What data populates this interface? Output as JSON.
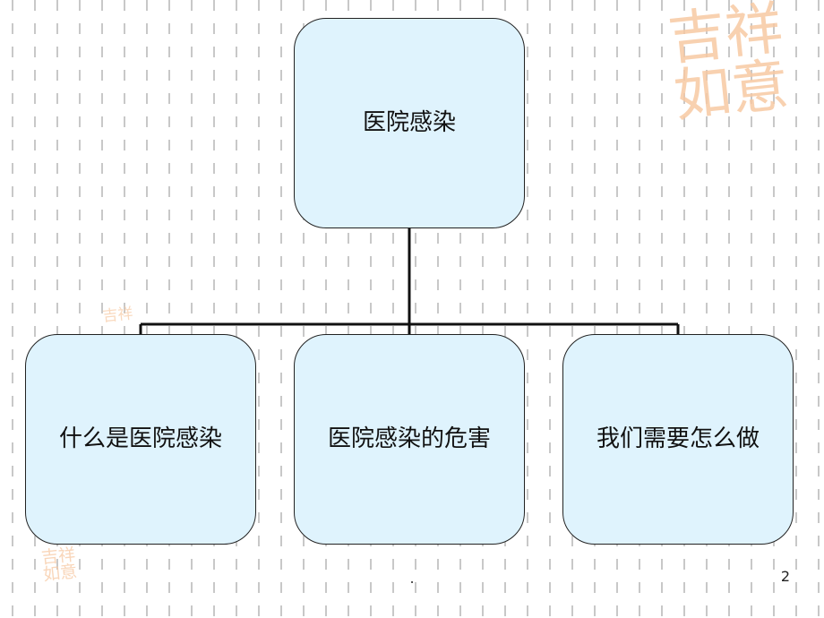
{
  "diagram": {
    "root": {
      "label": "医院感染"
    },
    "children": [
      {
        "label": "什么是医院感染"
      },
      {
        "label": "医院感染的危害"
      },
      {
        "label": "我们需要怎么做"
      }
    ]
  },
  "decoration": {
    "seal_line_1": "吉祥",
    "seal_line_2": "如意",
    "seal_color": "#f7c9a3"
  },
  "footer": {
    "dot": ".",
    "page_number": "2"
  },
  "colors": {
    "node_fill": "#dff3fd",
    "node_border": "#222222",
    "background_pattern": "#c8c8c8"
  }
}
